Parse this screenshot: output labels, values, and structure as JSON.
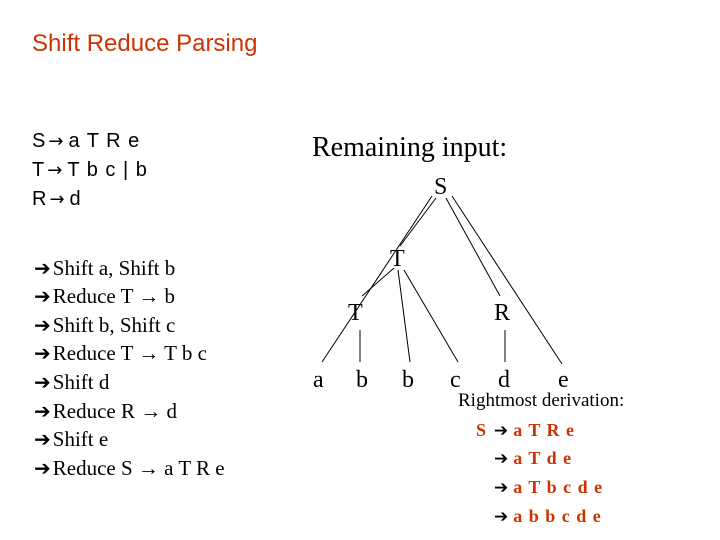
{
  "title": "Shift Reduce Parsing",
  "grammar": [
    {
      "lhs": "S",
      "rhs": "a T R e"
    },
    {
      "lhs": "T",
      "rhs": "T b c | b"
    },
    {
      "lhs": "R",
      "rhs": "d"
    }
  ],
  "arrow": "→",
  "steps": [
    "Shift a, Shift b",
    "Reduce T → b",
    "Shift b, Shift c",
    "Reduce T → T b c",
    "Shift d",
    "Reduce R → d",
    "Shift e",
    "Reduce S → a T R e"
  ],
  "remaining_input_label": "Remaining input:",
  "tree": {
    "root": "S",
    "t_upper": "T",
    "t_lower": "T",
    "r": "R",
    "leaves": [
      "a",
      "b",
      "b",
      "c",
      "d",
      "e"
    ]
  },
  "rightmost": {
    "label": "Rightmost derivation:",
    "d1_start": "S",
    "d1_rest": "a T R e",
    "d2_black": "a T",
    "d2_red": "d e",
    "d3_black": "a T",
    "d3_red": "b c d e",
    "d4_black": "a",
    "d4_red": "b b c d e"
  },
  "colors": {
    "accent": "#cc3300",
    "text": "#000000"
  }
}
